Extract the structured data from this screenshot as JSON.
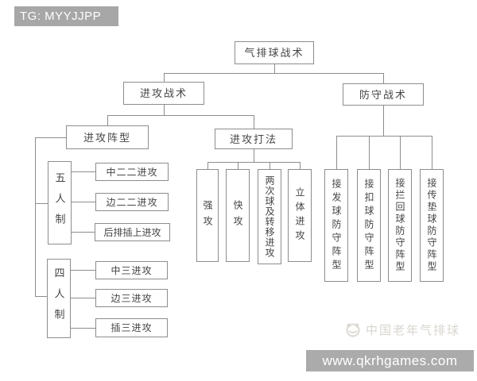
{
  "banners": {
    "tg": "TG: MYYJJPP",
    "website": "www.qkrhgames.com"
  },
  "watermark": {
    "text": "中国老年气排球"
  },
  "colors": {
    "banner_bg": "#a7a7a7",
    "line": "#8d8d8d",
    "box_border": "#8d8d8d",
    "text": "#454545",
    "watermark": "#d8d5ce"
  },
  "diagram": {
    "root": "气排球战术",
    "offense": "进攻战术",
    "defense": "防守战术",
    "formation": "进攻阵型",
    "methods": "进攻打法",
    "five_system": "五人制",
    "four_system": "四人制",
    "five_children": [
      "中二二进攻",
      "边二二进攻",
      "后排插上进攻"
    ],
    "four_children": [
      "中三进攻",
      "边三进攻",
      "插三进攻"
    ],
    "method_children": [
      "强攻",
      "快攻",
      "两次球及转移进攻",
      "立体进攻"
    ],
    "defense_children": [
      "接发球防守阵型",
      "接扣球防守阵型",
      "接拦回球防守阵型",
      "接传垫球防守阵型"
    ]
  }
}
